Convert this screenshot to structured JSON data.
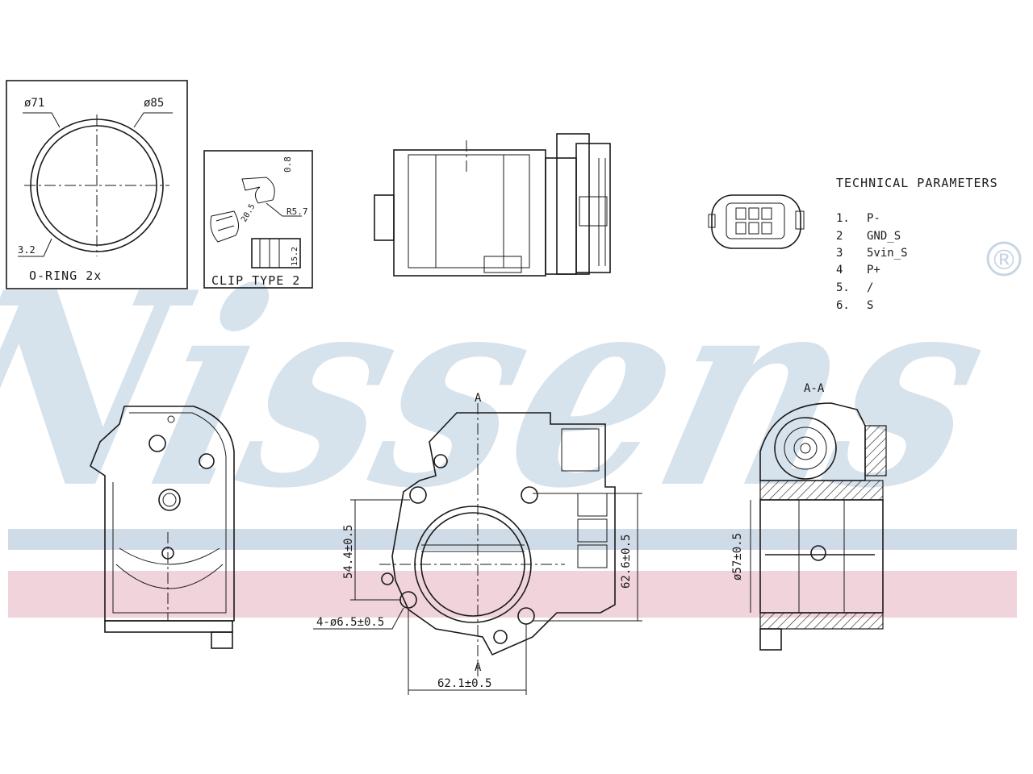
{
  "watermark": {
    "brand": "Nissens",
    "registered_mark": "®",
    "brand_color": "#d6e2ec",
    "stripe_blue": "#cfdbe7",
    "stripe_pink": "#f1d3db"
  },
  "oring_box": {
    "caption": "O-RING 2x",
    "dia_inner": "ø71",
    "dia_outer": "ø85",
    "thickness": "3.2"
  },
  "clip_box": {
    "caption": "CLIP TYPE 2",
    "radius": "R5.7",
    "dim_a": "0.8",
    "dim_b": "15.2",
    "dim_c": "20.5"
  },
  "technical_parameters": {
    "title": "TECHNICAL PARAMETERS",
    "pins": [
      {
        "num": "1.",
        "signal": "P-"
      },
      {
        "num": "2",
        "signal": "GND_S"
      },
      {
        "num": "3",
        "signal": "5vin_S"
      },
      {
        "num": "4",
        "signal": "P+"
      },
      {
        "num": "5.",
        "signal": "/"
      },
      {
        "num": "6.",
        "signal": "S"
      }
    ]
  },
  "front_view": {
    "section_top": "A",
    "section_bottom": "A",
    "dim_height_left": "54.4±0.5",
    "dim_height_right": "62.6±0.5",
    "dim_holes": "4-ø6.5±0.5",
    "dim_width": "62.1±0.5"
  },
  "section_view": {
    "title": "A-A",
    "dim_diameter": "ø57±0.5"
  }
}
